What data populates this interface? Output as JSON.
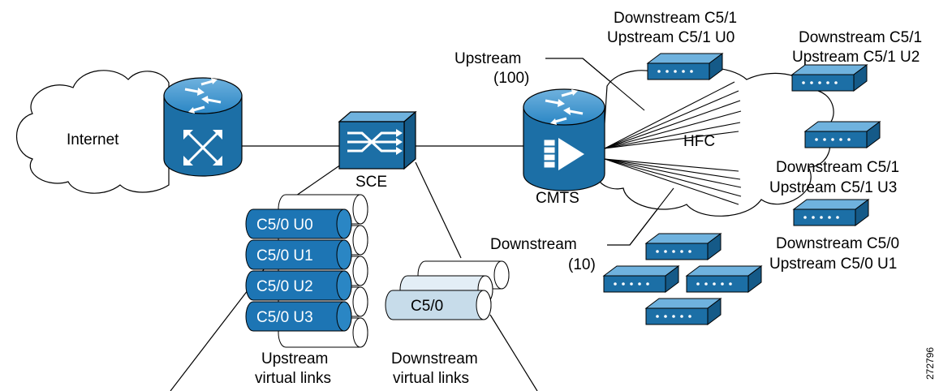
{
  "cloud_internet": {
    "label": "Internet"
  },
  "sce": {
    "label": "SCE"
  },
  "cmts": {
    "label": "CMTS"
  },
  "hfc": {
    "label": "HFC"
  },
  "upstream_callout": {
    "line1": "Upstream",
    "line2": "(100)"
  },
  "downstream_callout": {
    "line1": "Downstream",
    "line2": "(10)"
  },
  "modem_labels": [
    {
      "line1": "Downstream C5/1",
      "line2": "Upstream C5/1 U0"
    },
    {
      "line1": "Downstream C5/1",
      "line2": "Upstream C5/1 U2"
    },
    {
      "line1": "Downstream C5/1",
      "line2": "Upstream C5/1 U3"
    },
    {
      "line1": "Downstream C5/0",
      "line2": "Upstream C5/0 U1"
    }
  ],
  "upstream_links": {
    "items": [
      "C5/0 U0",
      "C5/0 U1",
      "C5/0 U2",
      "C5/0 U3"
    ],
    "caption_line1": "Upstream",
    "caption_line2": "virtual links"
  },
  "downstream_links": {
    "items": [
      "C5/0"
    ],
    "caption_line1": "Downstream",
    "caption_line2": "virtual links"
  },
  "figure_id": "272796",
  "colors": {
    "device_blue": "#1c6fa6",
    "pipe_blue": "#1d75b4",
    "pipe_light": "#c7dcea",
    "outline": "#000000"
  }
}
